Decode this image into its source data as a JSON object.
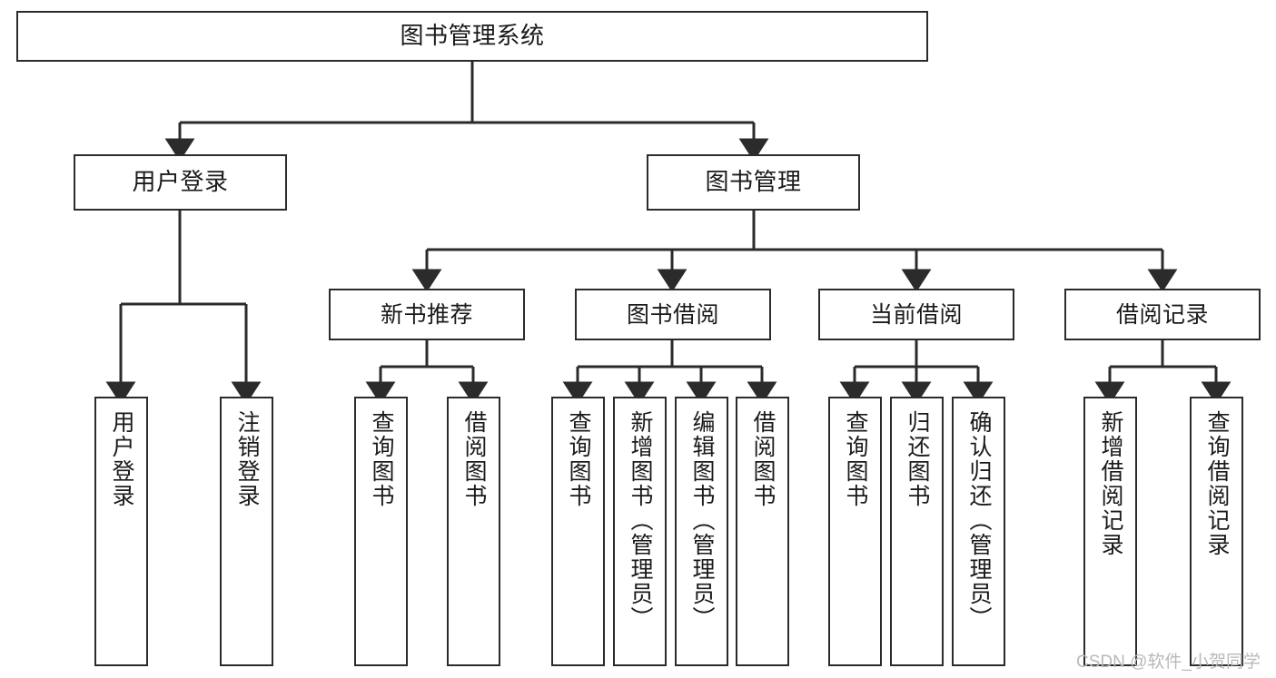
{
  "diagram": {
    "title": "图书管理系统",
    "root": {
      "id": "root",
      "label": "图书管理系统"
    },
    "level1": [
      {
        "id": "user-login",
        "label": "用户登录"
      },
      {
        "id": "book-manage",
        "label": "图书管理"
      }
    ],
    "level2": [
      {
        "id": "new-book-rec",
        "label": "新书推荐"
      },
      {
        "id": "book-borrow",
        "label": "图书借阅"
      },
      {
        "id": "current-borrow",
        "label": "当前借阅"
      },
      {
        "id": "borrow-record",
        "label": "借阅记录"
      }
    ],
    "leaves": {
      "user_login": [
        {
          "id": "leaf-user-login",
          "label": "用户登录"
        },
        {
          "id": "leaf-logout",
          "label": "注销登录"
        }
      ],
      "new_book_rec": [
        {
          "id": "leaf-query-book-1",
          "label": "查询图书"
        },
        {
          "id": "leaf-borrow-book-1",
          "label": "借阅图书"
        }
      ],
      "book_borrow": [
        {
          "id": "leaf-query-book-2",
          "label": "查询图书"
        },
        {
          "id": "leaf-add-book",
          "label": "新增图书（管理员）"
        },
        {
          "id": "leaf-edit-book",
          "label": "编辑图书（管理员）"
        },
        {
          "id": "leaf-borrow-book-2",
          "label": "借阅图书"
        }
      ],
      "current_borrow": [
        {
          "id": "leaf-query-book-3",
          "label": "查询图书"
        },
        {
          "id": "leaf-return-book",
          "label": "归还图书"
        },
        {
          "id": "leaf-confirm-return",
          "label": "确认归还（管理员）"
        }
      ],
      "borrow_record": [
        {
          "id": "leaf-add-record",
          "label": "新增借阅记录"
        },
        {
          "id": "leaf-query-record",
          "label": "查询借阅记录"
        }
      ]
    }
  },
  "watermark": {
    "text": "CSDN @软件_小贺同学"
  },
  "colors": {
    "stroke": "#2b2b2b",
    "fill": "#ffffff",
    "text": "#1a1a1a",
    "watermark": "#b9b9b9"
  }
}
